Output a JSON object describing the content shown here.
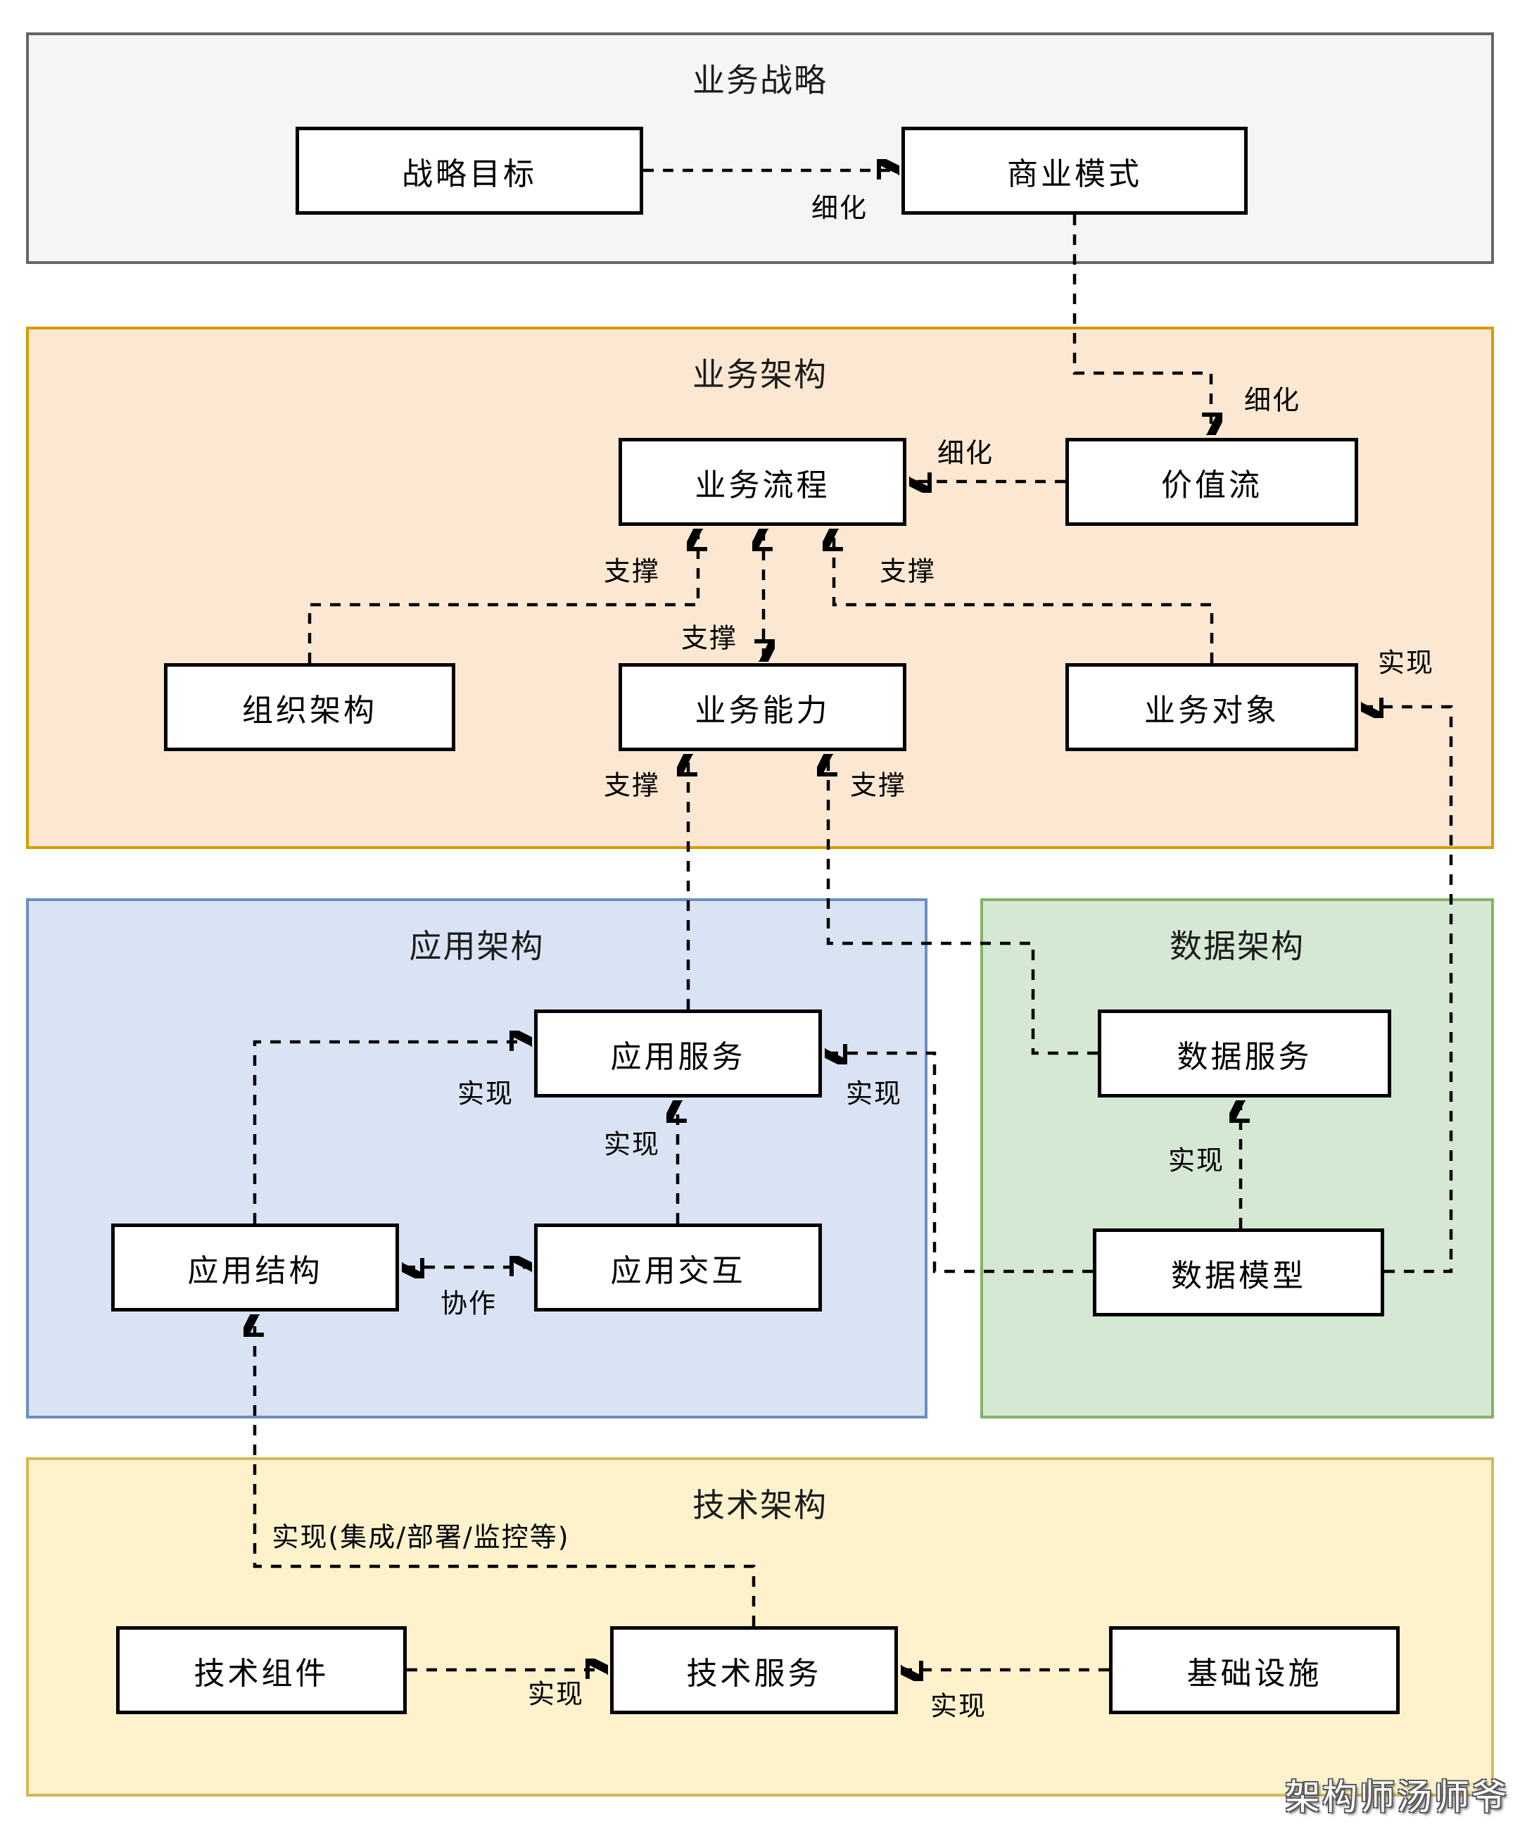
{
  "sections": {
    "strategy": {
      "title": "业务战略"
    },
    "business": {
      "title": "业务架构"
    },
    "application": {
      "title": "应用架构"
    },
    "data": {
      "title": "数据架构"
    },
    "technology": {
      "title": "技术架构"
    }
  },
  "boxes": {
    "strategic_goal": {
      "label": "战略目标"
    },
    "business_model": {
      "label": "商业模式"
    },
    "business_process": {
      "label": "业务流程"
    },
    "value_stream": {
      "label": "价值流"
    },
    "org_structure": {
      "label": "组织架构"
    },
    "business_capability": {
      "label": "业务能力"
    },
    "business_object": {
      "label": "业务对象"
    },
    "app_service": {
      "label": "应用服务"
    },
    "app_structure": {
      "label": "应用结构"
    },
    "app_interaction": {
      "label": "应用交互"
    },
    "data_service": {
      "label": "数据服务"
    },
    "data_model": {
      "label": "数据模型"
    },
    "tech_component": {
      "label": "技术组件"
    },
    "tech_service": {
      "label": "技术服务"
    },
    "infrastructure": {
      "label": "基础设施"
    }
  },
  "edge_labels": {
    "refine_goal_to_model": "细化",
    "refine_model_to_valuestream": "细化",
    "refine_valuestream_to_process": "细化",
    "support_org_to_process": "支撑",
    "support_capability_process": "支撑",
    "support_object_to_process": "支撑",
    "support_appservice_to_capability": "支撑",
    "support_dataservice_to_capability": "支撑",
    "realize_datamodel_to_object": "实现",
    "realize_appstructure_to_appservice": "实现",
    "realize_appinteraction_to_appservice": "实现",
    "realize_datamodel_to_appservice": "实现",
    "collaborate_structure_interaction": "协作",
    "realize_datamodel_to_dataservice": "实现",
    "realize_techservice_to_appstructure": "实现(集成/部署/监控等)",
    "realize_component_to_techservice": "实现",
    "realize_infra_to_techservice": "实现"
  },
  "connections": [
    {
      "from": "strategic_goal",
      "to": "business_model",
      "label": "细化"
    },
    {
      "from": "business_model",
      "to": "value_stream",
      "label": "细化"
    },
    {
      "from": "value_stream",
      "to": "business_process",
      "label": "细化"
    },
    {
      "from": "org_structure",
      "to": "business_process",
      "label": "支撑"
    },
    {
      "from": "business_capability",
      "to": "business_process",
      "label": "支撑",
      "bidirectional": true
    },
    {
      "from": "business_object",
      "to": "business_process",
      "label": "支撑"
    },
    {
      "from": "app_service",
      "to": "business_capability",
      "label": "支撑"
    },
    {
      "from": "data_service",
      "to": "business_capability",
      "label": "支撑"
    },
    {
      "from": "data_model",
      "to": "business_object",
      "label": "实现"
    },
    {
      "from": "app_structure",
      "to": "app_service",
      "label": "实现"
    },
    {
      "from": "app_interaction",
      "to": "app_service",
      "label": "实现"
    },
    {
      "from": "data_model",
      "to": "app_service",
      "label": "实现"
    },
    {
      "from": "app_structure",
      "to": "app_interaction",
      "label": "协作",
      "bidirectional": true
    },
    {
      "from": "data_model",
      "to": "data_service",
      "label": "实现"
    },
    {
      "from": "tech_service",
      "to": "app_structure",
      "label": "实现(集成/部署/监控等)"
    },
    {
      "from": "tech_component",
      "to": "tech_service",
      "label": "实现"
    },
    {
      "from": "infrastructure",
      "to": "tech_service",
      "label": "实现"
    }
  ],
  "colors": {
    "strategy_fill": "#F5F5F5",
    "strategy_border": "#666666",
    "business_fill": "#FCE8D2",
    "business_border": "#D79B00",
    "application_fill": "#DAE3F3",
    "application_border": "#6C8EBF",
    "data_fill": "#D5E8D4",
    "data_border": "#82B366",
    "technology_fill": "#FDF2CC",
    "technology_border": "#D6B656",
    "node_fill": "#FFFFFF",
    "node_border": "#000000",
    "connector": "#000000"
  },
  "watermark": "架构师汤师爷"
}
